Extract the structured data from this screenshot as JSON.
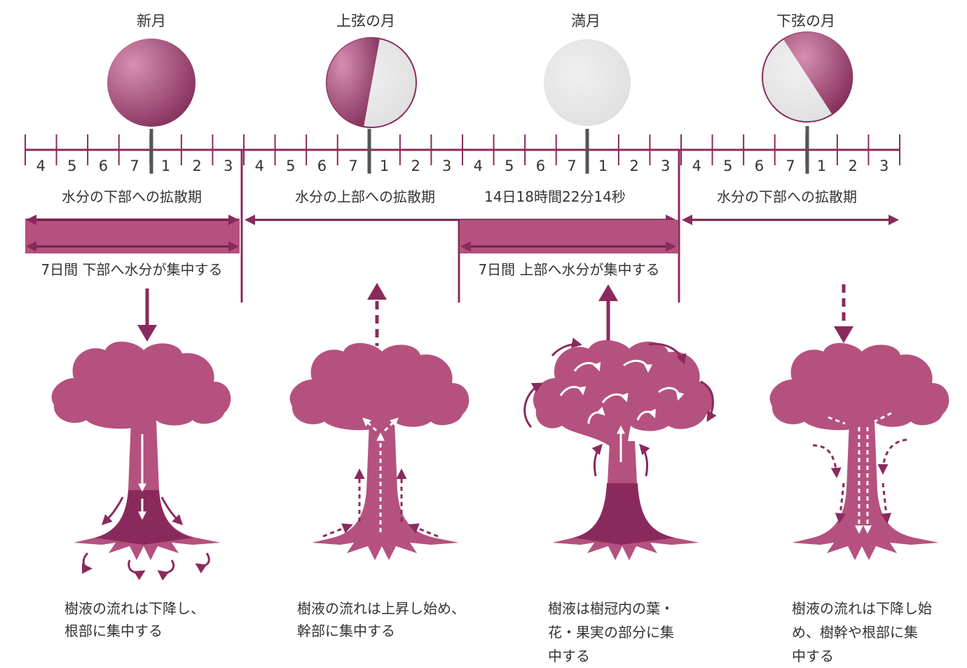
{
  "colors": {
    "accent": "#8a2a5c",
    "accent_dark": "#6e1f48",
    "tree_fill": "#b5517f",
    "moon_light": "#e4e4e4",
    "moon_dark_start": "#d58fb1",
    "moon_dark_end": "#7a2450"
  },
  "phases": [
    {
      "label": "新月"
    },
    {
      "label": "上弦の月"
    },
    {
      "label": "満月"
    },
    {
      "label": "下弦の月"
    }
  ],
  "timeline": {
    "ticks": [
      "4",
      "5",
      "6",
      "7",
      "1",
      "2",
      "3",
      "4",
      "5",
      "6",
      "7",
      "1",
      "2",
      "3",
      "4",
      "5",
      "6",
      "7",
      "1",
      "2",
      "3",
      "4",
      "5",
      "6",
      "7",
      "1",
      "2",
      "3"
    ]
  },
  "periods": {
    "down1": "水分の下部への拡散期",
    "up": "水分の上部への拡散期",
    "cycle": "14日18時間22分14秒",
    "down2": "水分の下部への拡散期",
    "bar1": "7日間 下部へ水分が集中する",
    "bar2": "7日間 上部へ水分が集中する"
  },
  "captions": [
    {
      "lines": [
        "樹液の流れは下降し、",
        "根部に集中する"
      ]
    },
    {
      "lines": [
        "樹液の流れは上昇し始め、",
        "幹部に集中する"
      ]
    },
    {
      "lines": [
        "樹液は樹冠内の葉・",
        "花・果実の部分に集",
        "中する"
      ]
    },
    {
      "lines": [
        "樹液の流れは下降し始",
        "め、樹幹や根部に集",
        "中する"
      ]
    }
  ]
}
